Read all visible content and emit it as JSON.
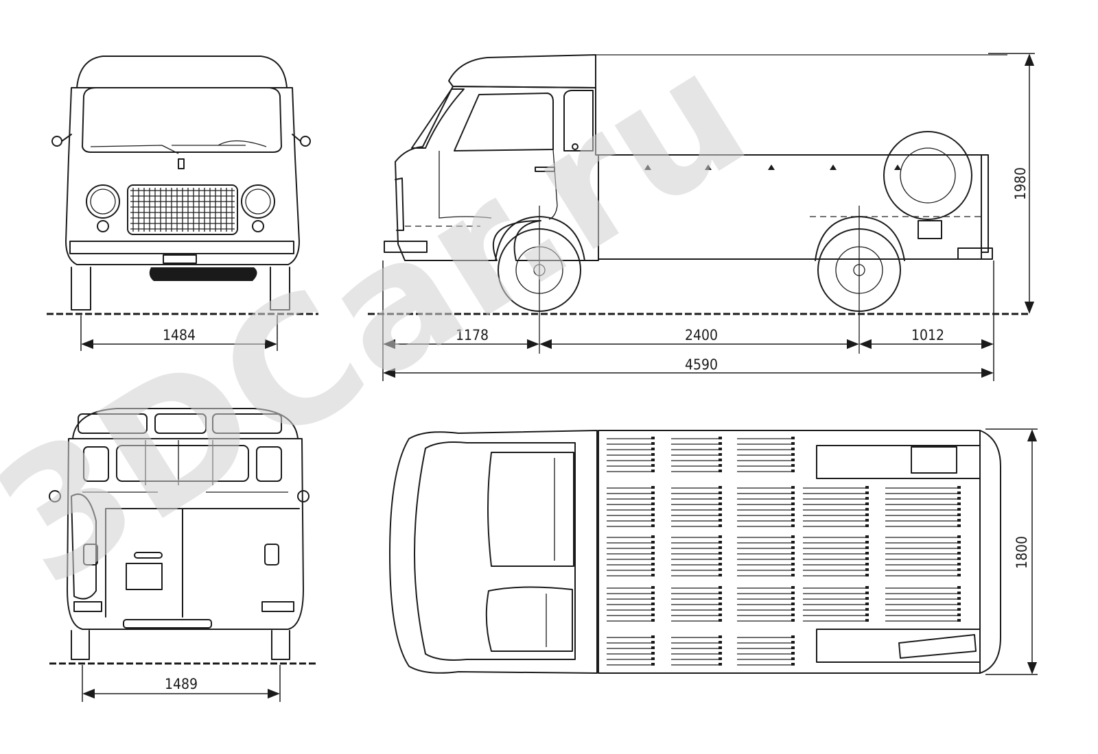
{
  "watermark": "3DCar.ru",
  "views": {
    "front": {
      "track": "1484"
    },
    "rear": {
      "track": "1489"
    },
    "side": {
      "front_overhang": "1178",
      "wheelbase": "2400",
      "rear_overhang": "1012",
      "overall_length": "4590",
      "height": "1980"
    },
    "top": {
      "width": "1800"
    }
  }
}
